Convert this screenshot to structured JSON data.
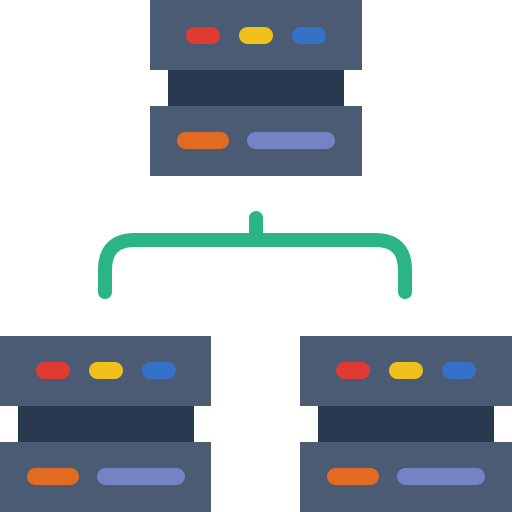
{
  "icon": {
    "name": "server-network-hierarchy-icon",
    "colors": {
      "server_panel": "#4b5b73",
      "server_gap": "#283950",
      "connector": "#2bb484",
      "led_red": "#e03a32",
      "led_yellow": "#f0c11c",
      "led_blue": "#3471c7",
      "bar_orange": "#e16b21",
      "bar_lavender": "#7383c5",
      "background": "#ffffff"
    },
    "servers": [
      {
        "id": "top",
        "role": "parent"
      },
      {
        "id": "bottom-left",
        "role": "child"
      },
      {
        "id": "bottom-right",
        "role": "child"
      }
    ]
  }
}
